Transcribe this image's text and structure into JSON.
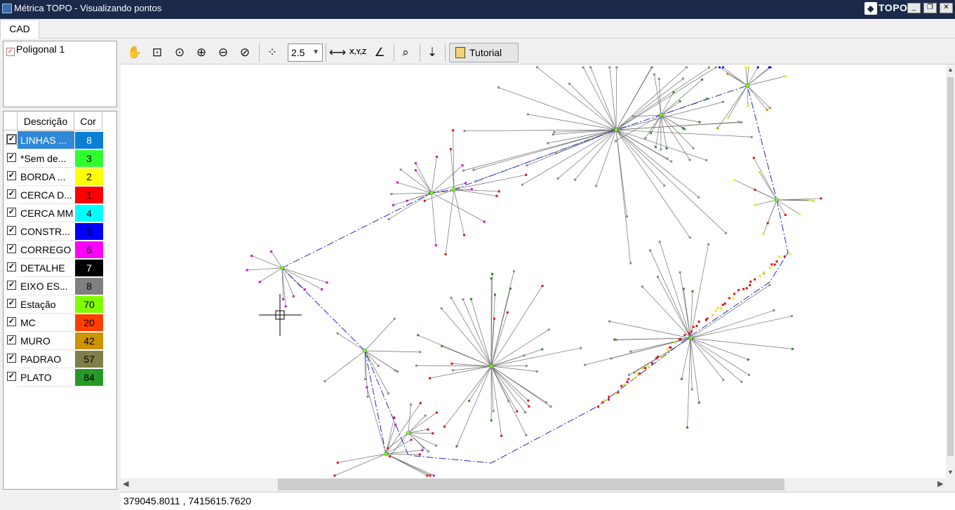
{
  "window": {
    "title": "Métrica TOPO - Visualizando pontos",
    "brand": "TOPO",
    "minimize": "_",
    "restore": "❐",
    "close": "✕"
  },
  "tabs": [
    {
      "label": "CAD"
    }
  ],
  "layers": [
    {
      "label": "Poligonal 1",
      "checked": true
    }
  ],
  "legend": {
    "columns": [
      "Descrição",
      "Cor"
    ],
    "rows": [
      {
        "name": "LINHAS ...",
        "color_index": "8",
        "color": "#0a7fd4",
        "text_color": "#ffffff",
        "checked": true,
        "selected": true
      },
      {
        "name": "*Sem de...",
        "color_index": "3",
        "color": "#2fff2f",
        "text_color": "#000000",
        "checked": true
      },
      {
        "name": "BORDA ...",
        "color_index": "2",
        "color": "#ffff00",
        "text_color": "#000000",
        "checked": true
      },
      {
        "name": "CERCA D...",
        "color_index": "1",
        "color": "#ff0000",
        "text_color": "#000000",
        "checked": true
      },
      {
        "name": "CERCA MM",
        "color_index": "4",
        "color": "#00ffff",
        "text_color": "#000000",
        "checked": true
      },
      {
        "name": "CONSTR...",
        "color_index": "5",
        "color": "#0000ff",
        "text_color": "#000000",
        "checked": true
      },
      {
        "name": "CORREGO",
        "color_index": "6",
        "color": "#ff00ff",
        "text_color": "#000000",
        "checked": true
      },
      {
        "name": "DETALHE",
        "color_index": "7",
        "color": "#000000",
        "text_color": "#ffffff",
        "checked": true
      },
      {
        "name": "EIXO ES...",
        "color_index": "8",
        "color": "#808080",
        "text_color": "#000000",
        "checked": true
      },
      {
        "name": "Estação",
        "color_index": "70",
        "color": "#80ff00",
        "text_color": "#000000",
        "checked": true
      },
      {
        "name": "MC",
        "color_index": "20",
        "color": "#ff3f00",
        "text_color": "#000000",
        "checked": true
      },
      {
        "name": "MURO",
        "color_index": "42",
        "color": "#cc9400",
        "text_color": "#000000",
        "checked": true
      },
      {
        "name": "PADRAO",
        "color_index": "57",
        "color": "#7f7f4c",
        "text_color": "#000000",
        "checked": true
      },
      {
        "name": "PLATO",
        "color_index": "84",
        "color": "#269a26",
        "text_color": "#000000",
        "checked": true
      }
    ]
  },
  "toolbar": {
    "pan_icon": "hand-pan-icon",
    "zoom_window_icon": "zoom-window-icon",
    "zoom_extents_icon": "zoom-extents-icon",
    "zoom_in_icon": "zoom-in-icon",
    "zoom_out_icon": "zoom-out-icon",
    "zoom_previous_icon": "zoom-previous-icon",
    "scale_value": "2.5",
    "tutorial_label": "Tutorial"
  },
  "status": {
    "coordinates": "379045.8011 , 7415615.7620"
  }
}
